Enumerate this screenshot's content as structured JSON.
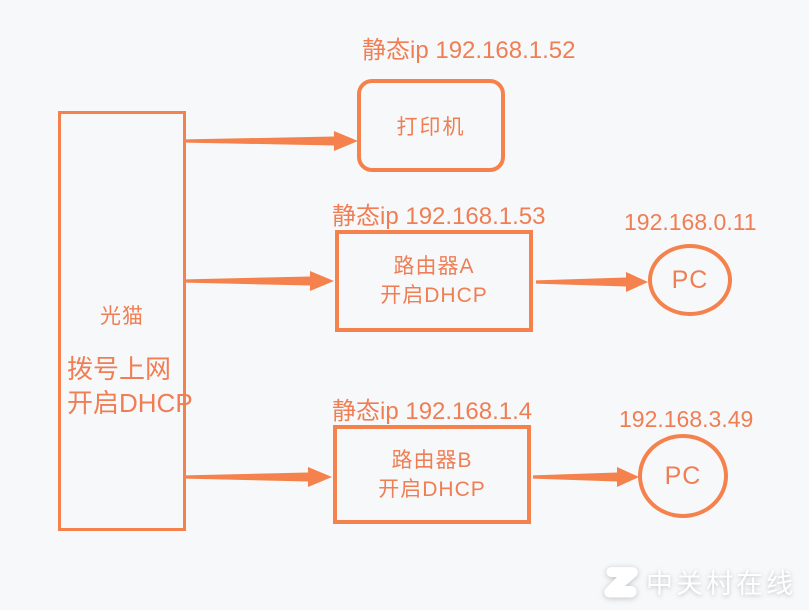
{
  "colors": {
    "background": "#f7f8f9",
    "accent": "#f5824c",
    "text": "#ef7e55",
    "watermark": "#ffffff"
  },
  "diagram": {
    "modem": {
      "name": "光猫",
      "line1": "拨号上网",
      "line2": "开启DHCP"
    },
    "printer": {
      "name": "打印机",
      "ip": "静态ip 192.168.1.52"
    },
    "router_a": {
      "name": "路由器A",
      "dhcp": "开启DHCP",
      "ip": "静态ip 192.168.1.53"
    },
    "router_b": {
      "name": "路由器B",
      "dhcp": "开启DHCP",
      "ip": "静态ip 192.168.1.4"
    },
    "pc_a": {
      "name": "PC",
      "ip": "192.168.0.11"
    },
    "pc_b": {
      "name": "PC",
      "ip": "192.168.3.49"
    }
  },
  "watermark": {
    "text": "中关村在线"
  }
}
